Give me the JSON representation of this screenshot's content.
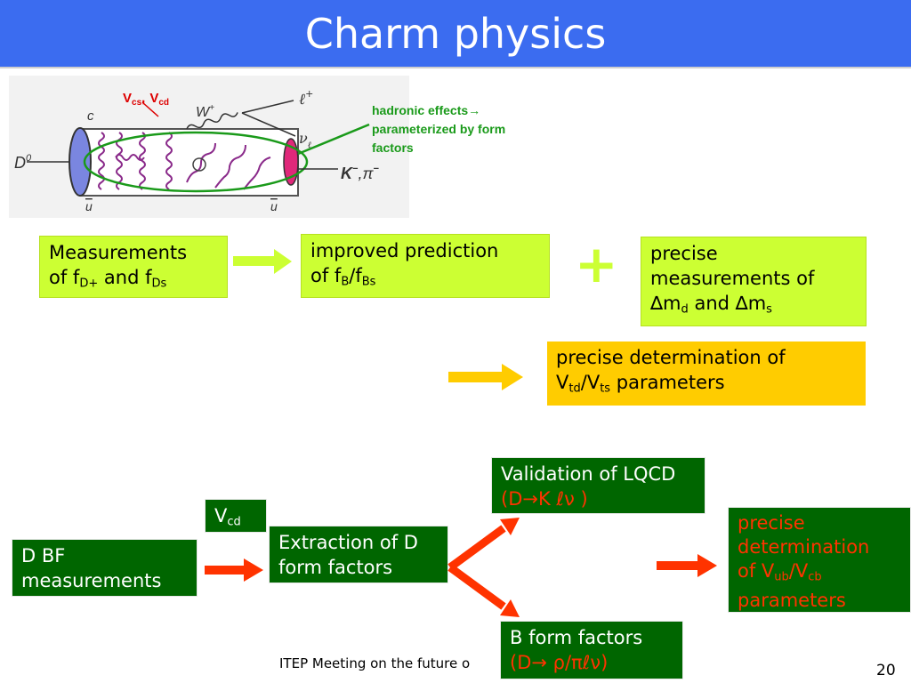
{
  "title": "Charm physics",
  "diagram": {
    "vcs": "V",
    "vcs_sub": "cs",
    "sep": ",",
    "vcd": "V",
    "vcd_sub": "cd",
    "c": "c",
    "w": "W",
    "w_sup": "+",
    "lepton": "ℓ",
    "lepton_sup": "+",
    "nu": "ν",
    "nu_sub": "ℓ",
    "d0": "D",
    "d0_sup": "0",
    "ubar_left": "u",
    "ubar_right": "u",
    "k": "K",
    "k_sup": "−",
    "comma_pi": ",π",
    "pi_sup": "−",
    "hadronic_note": [
      "hadronic effects→",
      "parameterized by form",
      "factors"
    ]
  },
  "top_flow": {
    "box1": {
      "line1": "Measurements",
      "line2_a": "of f",
      "line2_sub1": "D+",
      "line2_b": " and f",
      "line2_sub2": "Ds"
    },
    "box2": {
      "line1": "improved prediction",
      "line2_a": "of f",
      "line2_sub1": "B",
      "line2_b": "/f",
      "line2_sub2": "Bs"
    },
    "plus": "+",
    "box3": {
      "line1": "precise",
      "line2": "measurements of",
      "line3_a": "∆m",
      "line3_sub1": "d",
      "line3_b": " and ∆m",
      "line3_sub2": "s"
    },
    "box4": {
      "line1": "precise determination of",
      "line2_a": "V",
      "line2_sub1": "td",
      "line2_b": "/V",
      "line2_sub2": "ts",
      "line2_c": " parameters"
    }
  },
  "bottom_flow": {
    "vcd_label": "V",
    "vcd_sub": "cd",
    "dbf": [
      "D BF",
      "measurements"
    ],
    "extraction": [
      "Extraction of D",
      "form factors"
    ],
    "validation": {
      "line1": "Validation of LQCD",
      "line2": "(D→K ℓν )"
    },
    "bff": {
      "line1": "B form factors",
      "line2": "(D→ ρ/πℓν)"
    },
    "result": {
      "line1": "precise",
      "line2": "determination",
      "line3_a": "of V",
      "line3_sub1": "ub",
      "line3_b": "/V",
      "line3_sub2": "cb",
      "line4": "parameters"
    }
  },
  "footer": "ITEP Meeting on the future o",
  "page_number": "20",
  "colors": {
    "title_bar": "#3b6cf0",
    "lime": "#ccff33",
    "orange": "#ffcc00",
    "dark_green": "#006600",
    "red_text": "#ff3300",
    "arrow_red": "#ff3300",
    "arrow_yellow": "#ffcc00",
    "arrow_lime": "#ccff33"
  }
}
